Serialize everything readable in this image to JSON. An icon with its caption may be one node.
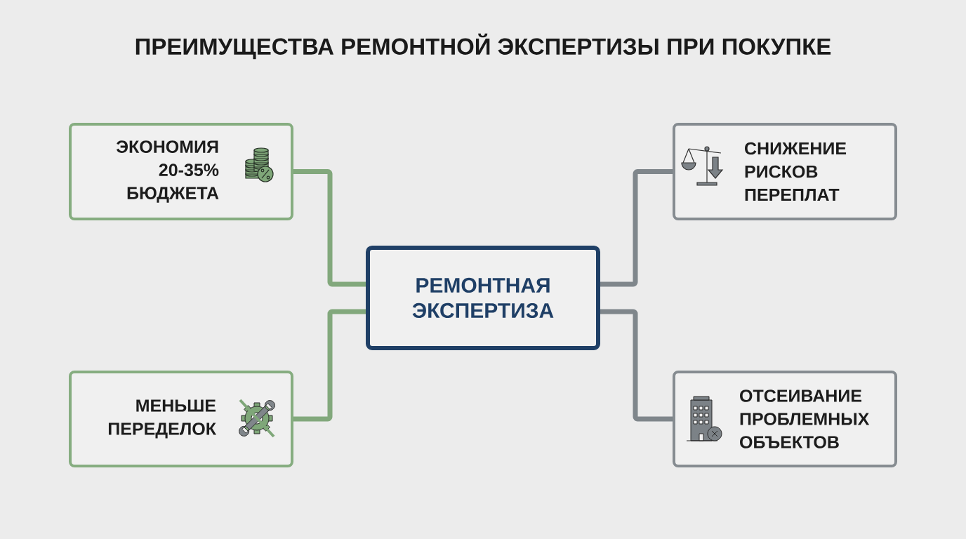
{
  "diagram": {
    "title": "ПРЕИМУЩЕСТВА РЕМОНТНОЙ ЭКСПЕРТИЗЫ ПРИ ПОКУПКЕ",
    "nodes": [
      {
        "text": [
          "РЕМОНТНАЯ ЭКСПЕРТИЗА"
        ]
      },
      {
        "text": [
          "ЭКОНОМИЯ 20-35% БЮДЖЕТА"
        ]
      },
      {
        "text": [
          "СНИЖЕНИЕ РИСКОВ ПЕРЕПЛАТ"
        ]
      },
      {
        "text": [
          "МЕНЬШЕ ПЕРЕДЕЛОК"
        ]
      },
      {
        "text": [
          "ОТСЕИВАНИЕ ПРОБЛЕМНЫХ ОБЪЕКТОВ"
        ]
      }
    ],
    "edges": [
      {
        "from": 0,
        "to": 1,
        "arrow": "none",
        "color": "#82a87c"
      },
      {
        "from": 0,
        "to": 3,
        "arrow": "none",
        "color": "#82a87c"
      },
      {
        "from": 0,
        "to": 2,
        "arrow": "none",
        "color": "#7f868b"
      },
      {
        "from": 0,
        "to": 4,
        "arrow": "none",
        "color": "#7f868b"
      }
    ]
  }
}
